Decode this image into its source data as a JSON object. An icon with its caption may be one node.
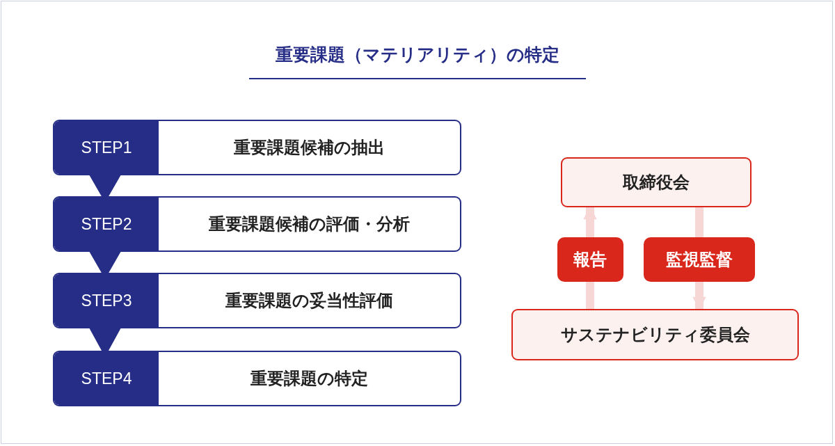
{
  "diagram": {
    "title": "重要課題（マテリアリティ）の特定",
    "nodes": [
      {
        "text": [
          "STEP1",
          "重要課題候補の抽出"
        ]
      },
      {
        "text": [
          "STEP2",
          "重要課題候補の評価・分析"
        ]
      },
      {
        "text": [
          "STEP3",
          "重要課題の妥当性評価"
        ]
      },
      {
        "text": [
          "STEP4",
          "重要課題の特定"
        ]
      },
      {
        "text": [
          "取締役会"
        ]
      },
      {
        "text": [
          "サステナビリティ委員会"
        ]
      }
    ],
    "edges": [
      {
        "from": 0,
        "to": 1,
        "arrow": "to"
      },
      {
        "from": 1,
        "to": 2,
        "arrow": "to"
      },
      {
        "from": 2,
        "to": 3,
        "arrow": "to"
      },
      {
        "from": 5,
        "to": 4,
        "arrow": "to",
        "label": "報告",
        "color": "#f7d6d6"
      },
      {
        "from": 4,
        "to": 5,
        "arrow": "to",
        "label": "監視監督",
        "color": "#f7d6d6"
      }
    ]
  }
}
